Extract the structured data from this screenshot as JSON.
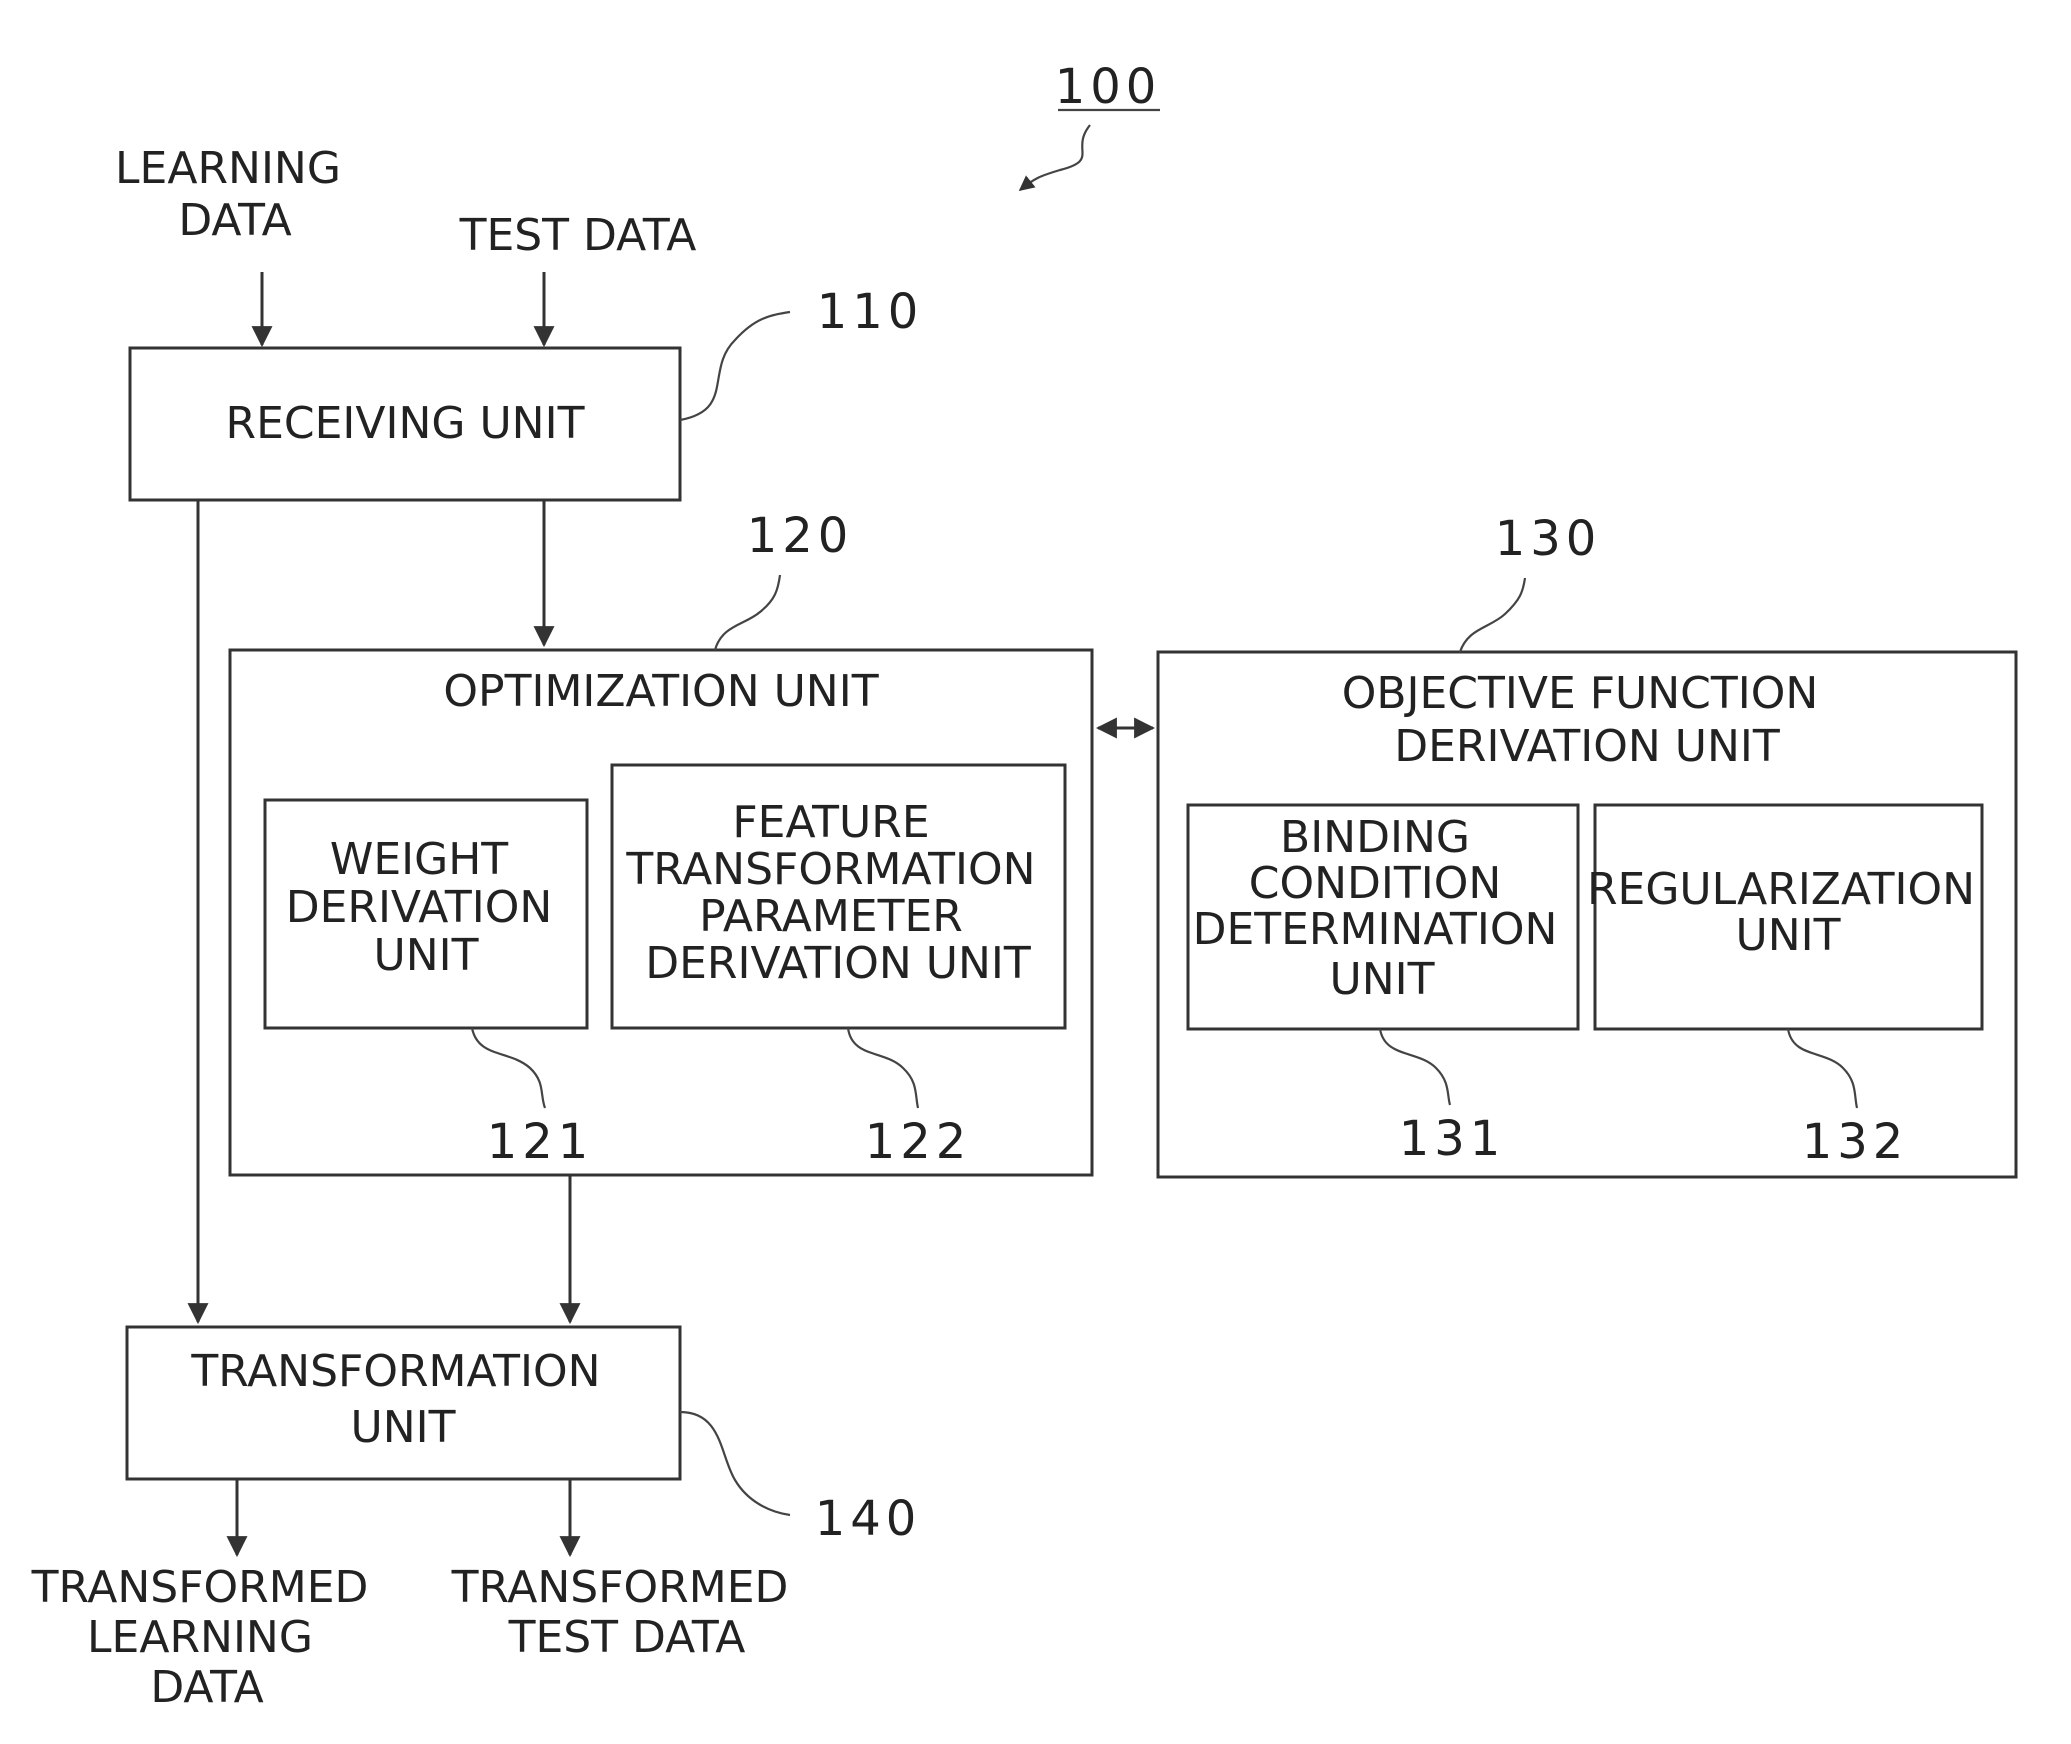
{
  "figure_ref": "100",
  "inputs": {
    "learning_data": [
      "LEARNING",
      "DATA"
    ],
    "test_data": [
      "TEST DATA"
    ]
  },
  "outputs": {
    "transformed_learning_data": [
      "TRANSFORMED",
      "LEARNING",
      "DATA"
    ],
    "transformed_test_data": [
      "TRANSFORMED",
      "TEST DATA"
    ]
  },
  "units": {
    "receiving": {
      "label": [
        "RECEIVING UNIT"
      ],
      "ref": "110"
    },
    "optimization": {
      "label": [
        "OPTIMIZATION UNIT"
      ],
      "ref": "120"
    },
    "weight_derivation": {
      "label": [
        "WEIGHT",
        "DERIVATION",
        "UNIT"
      ],
      "ref": "121"
    },
    "feature_transformation": {
      "label": [
        "FEATURE",
        "TRANSFORMATION",
        "PARAMETER",
        "DERIVATION UNIT"
      ],
      "ref": "122"
    },
    "objective_function": {
      "label": [
        "OBJECTIVE FUNCTION",
        "DERIVATION UNIT"
      ],
      "ref": "130"
    },
    "binding_condition": {
      "label": [
        "BINDING",
        "CONDITION",
        "DETERMINATION",
        "UNIT"
      ],
      "ref": "131"
    },
    "regularization": {
      "label": [
        "REGULARIZATION",
        "UNIT"
      ],
      "ref": "132"
    },
    "transformation": {
      "label": [
        "TRANSFORMATION",
        "UNIT"
      ],
      "ref": "140"
    }
  }
}
